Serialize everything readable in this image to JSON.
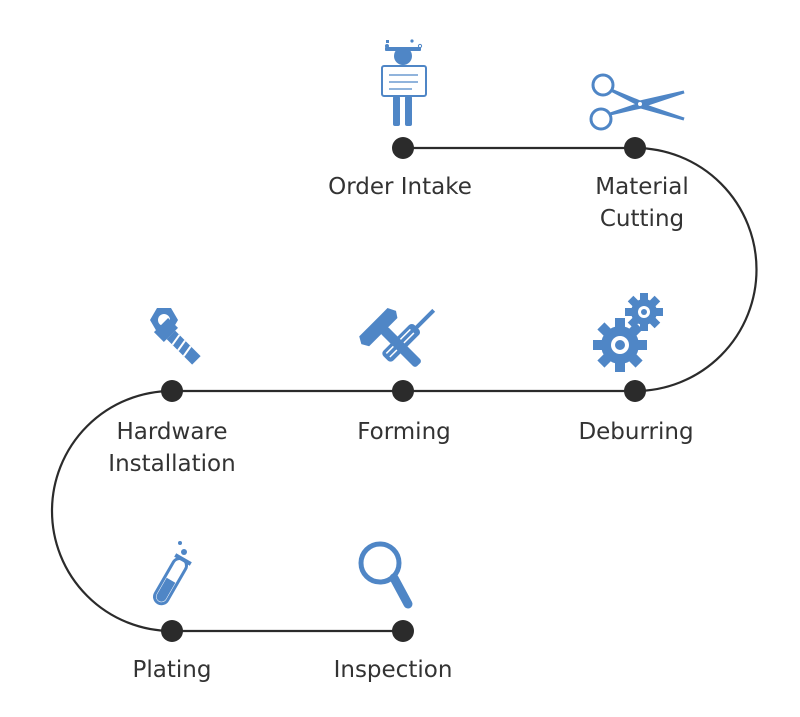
{
  "colors": {
    "icon": "#4f86c6",
    "line": "#2b2b2b",
    "text": "#333333"
  },
  "steps": [
    {
      "label": [
        "Order Intake"
      ],
      "icon": "engineer-blueprint-icon"
    },
    {
      "label": [
        "Material",
        "Cutting"
      ],
      "icon": "scissors-icon"
    },
    {
      "label": [
        "Deburring"
      ],
      "icon": "gears-icon"
    },
    {
      "label": [
        "Forming"
      ],
      "icon": "hammer-screwdriver-icon"
    },
    {
      "label": [
        "Hardware",
        "Installation"
      ],
      "icon": "nut-bolt-icon"
    },
    {
      "label": [
        "Plating"
      ],
      "icon": "test-tube-icon"
    },
    {
      "label": [
        "Inspection"
      ],
      "icon": "magnifier-icon"
    }
  ]
}
